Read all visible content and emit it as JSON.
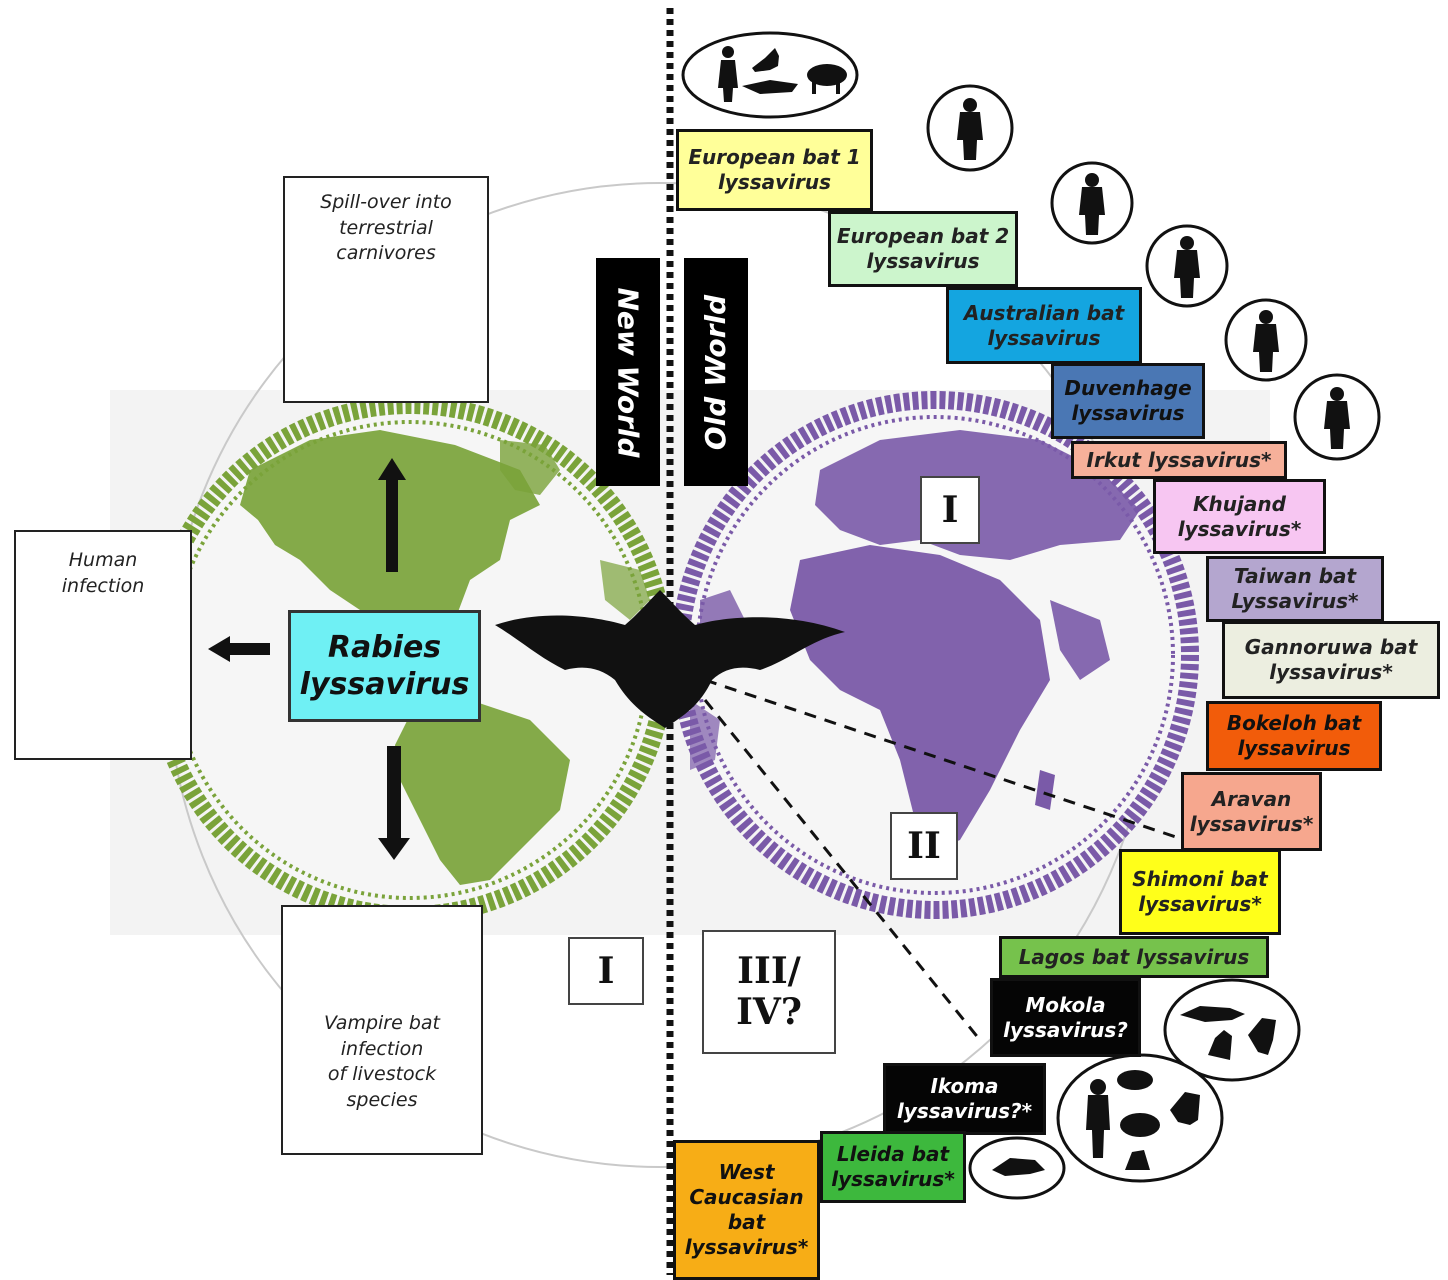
{
  "labels": {
    "new_world": "New World",
    "old_world": "Old World"
  },
  "center": {
    "line1": "Rabies",
    "line2": "lyssavirus"
  },
  "new_world_boxes": {
    "spillover": [
      "Spill-over into",
      "terrestrial",
      "carnivores"
    ],
    "human": [
      "Human",
      "infection"
    ],
    "vampire": [
      "Vampire bat",
      "infection",
      "of livestock",
      "species"
    ]
  },
  "roman": {
    "old_I": "I",
    "old_II": "II",
    "new_I": "I",
    "new_III_IV": [
      "III/",
      "IV?"
    ]
  },
  "lyssaviruses": [
    {
      "lines": [
        "European bat 1",
        "lyssavirus"
      ],
      "color": "#ffff99",
      "text_color": "#222222"
    },
    {
      "lines": [
        "European bat 2",
        "lyssavirus"
      ],
      "color": "#ccf5cc",
      "text_color": "#222222"
    },
    {
      "lines": [
        "Australian bat",
        "lyssavirus"
      ],
      "color": "#14a5e0",
      "text_color": "#222222"
    },
    {
      "lines": [
        "Duvenhage",
        "lyssavirus"
      ],
      "color": "#4a77b4",
      "text_color": "#111111"
    },
    {
      "lines": [
        "Irkut lyssavirus*"
      ],
      "color": "#f6b09a",
      "text_color": "#222222"
    },
    {
      "lines": [
        "Khujand",
        "lyssavirus*"
      ],
      "color": "#f7c6f2",
      "text_color": "#222222"
    },
    {
      "lines": [
        "Taiwan bat",
        "Lyssavirus*"
      ],
      "color": "#b4a6cf",
      "text_color": "#222222"
    },
    {
      "lines": [
        "Gannoruwa bat",
        "lyssavirus*"
      ],
      "color": "#eceee0",
      "text_color": "#222222"
    },
    {
      "lines": [
        "Bokeloh bat",
        "lyssavirus"
      ],
      "color": "#f25c0a",
      "text_color": "#111111"
    },
    {
      "lines": [
        "Aravan",
        "lyssavirus*"
      ],
      "color": "#f6a78e",
      "text_color": "#222222"
    },
    {
      "lines": [
        "Shimoni bat",
        "lyssavirus*"
      ],
      "color": "#ffff1a",
      "text_color": "#222222"
    },
    {
      "lines": [
        "Lagos bat lyssavirus"
      ],
      "color": "#76c24c",
      "text_color": "#222222"
    },
    {
      "lines": [
        "Mokola",
        "lyssavirus?"
      ],
      "color": "#050505",
      "text_color": "#ffffff"
    },
    {
      "lines": [
        "Ikoma",
        "lyssavirus?*"
      ],
      "color": "#050505",
      "text_color": "#ffffff"
    },
    {
      "lines": [
        "Lleida bat",
        "lyssavirus*"
      ],
      "color": "#3db83d",
      "text_color": "#111111"
    },
    {
      "lines": [
        "West",
        "Caucasian",
        "bat",
        "lyssavirus*"
      ],
      "color": "#f7ad16",
      "text_color": "#111111"
    }
  ],
  "colors": {
    "new_world_globe": "#7aa33a",
    "old_world_globe": "#7a5aa8",
    "rabies_box": "#6ff0f4"
  },
  "icons": [
    "bat-silhouette",
    "human-silhouette",
    "fox-silhouette",
    "raccoon-silhouette",
    "mongoose-silhouette",
    "horse-silhouette",
    "cow-silhouette",
    "sheep-silhouette",
    "cat-silhouette",
    "dog-silhouette",
    "rat-silhouette",
    "civet-silhouette"
  ]
}
